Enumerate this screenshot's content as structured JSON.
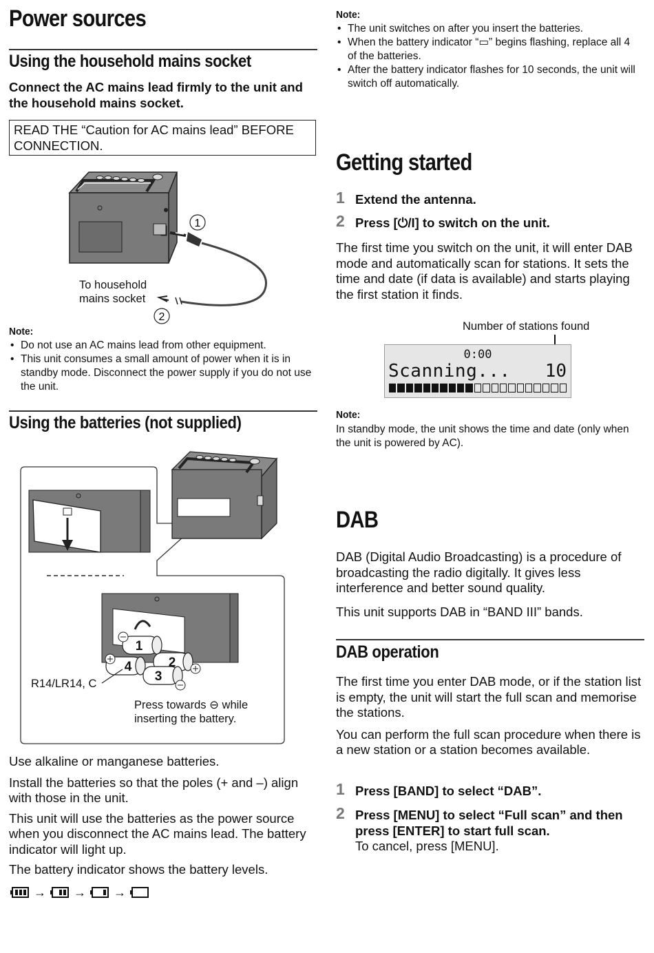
{
  "left": {
    "title": "Power sources",
    "mains": {
      "heading": "Using the household mains socket",
      "intro": "Connect the AC mains lead firmly to the unit and the household mains socket.",
      "caution_box": "READ THE “Caution for AC mains lead” BEFORE CONNECTION.",
      "figure": {
        "callout_1": "①",
        "callout_2": "②",
        "caption_line1": "To household",
        "caption_line2": "mains socket"
      },
      "note_label": "Note:",
      "notes": [
        "Do not use an AC mains lead from other equipment.",
        "This unit consumes a small amount of power when it is in standby mode. Disconnect the power supply if you do not use the unit."
      ]
    },
    "batteries": {
      "heading": "Using the batteries (not supplied)",
      "figure": {
        "battery_type": "R14/LR14, C",
        "press_line1": "Press towards ⊖ while",
        "press_line2": "inserting the battery.",
        "numbers": [
          "1",
          "2",
          "3",
          "4"
        ]
      },
      "paragraphs": [
        "Use alkaline or manganese batteries.",
        "Install the batteries so that the poles (+ and –) align with those in the unit.",
        "This unit will use the batteries as the power source when you disconnect the AC mains lead. The battery indicator will light up.",
        "The battery indicator shows the battery levels."
      ],
      "level_sequence": {
        "levels": [
          3,
          2,
          1,
          0
        ],
        "arrow": "→"
      }
    }
  },
  "right": {
    "top_note_label": "Note:",
    "top_notes": [
      "The unit switches on after you insert the batteries.",
      "When the battery indicator “▭” begins flashing, replace all 4 of the batteries.",
      "After the battery indicator flashes for 10 seconds, the unit will switch off automatically."
    ],
    "getting_started": {
      "title": "Getting started",
      "steps": [
        {
          "num": "1",
          "text": "Extend the antenna."
        },
        {
          "num": "2",
          "text": "Press [⏻/I] to switch on the unit."
        }
      ],
      "paragraph": "The first time you switch on the unit, it will enter DAB mode and automatically scan for stations. It sets the time and date (if data is available) and starts playing the first station it finds.",
      "display": {
        "callout": "Number of stations found",
        "time": "0:00",
        "scanning": "Scanning...",
        "count": "10",
        "progress_filled": 10,
        "progress_total": 21
      },
      "note_label": "Note:",
      "note": "In standby mode, the unit shows the time and date (only when the unit is powered by AC)."
    },
    "dab": {
      "title": "DAB",
      "paragraphs": [
        "DAB (Digital Audio Broadcasting) is a procedure of broadcasting the radio digitally. It gives less interference and better sound quality.",
        "This unit supports DAB in “BAND III” bands."
      ]
    },
    "dab_operation": {
      "heading": "DAB operation",
      "paragraphs": [
        "The first time you enter DAB mode, or if the station list is empty, the unit will start the full scan and memorise the stations.",
        "You can perform the full scan procedure when there is a new station or a station becomes available."
      ],
      "steps": [
        {
          "num": "1",
          "text": "Press [BAND] to select “DAB”."
        },
        {
          "num": "2",
          "text": "Press [MENU] to select “Full scan” and then press [ENTER] to start full scan."
        }
      ],
      "cancel_text": "To cancel, press [MENU]."
    }
  }
}
